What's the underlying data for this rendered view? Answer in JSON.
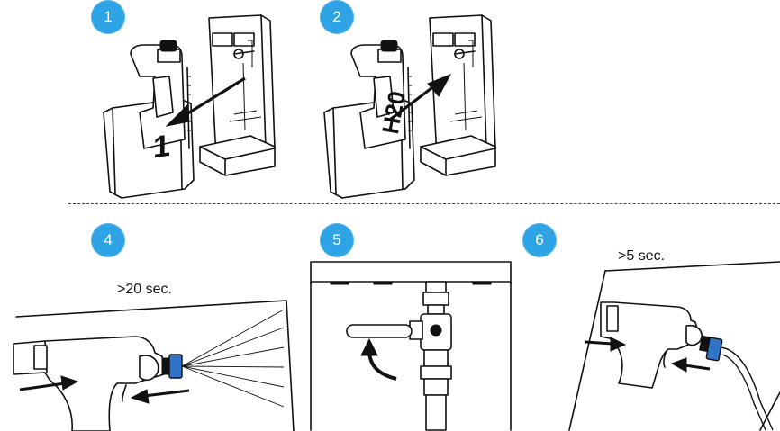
{
  "steps": [
    {
      "number": "1"
    },
    {
      "number": "2"
    },
    {
      "number": "4",
      "caption": ">20 sec."
    },
    {
      "number": "5"
    },
    {
      "number": "6",
      "caption": ">5 sec."
    }
  ],
  "canister_labels": [
    "1",
    "H20"
  ],
  "colors": {
    "badge": "#2ea3e6",
    "nozzle": "#2f74c8",
    "line": "#111111"
  }
}
